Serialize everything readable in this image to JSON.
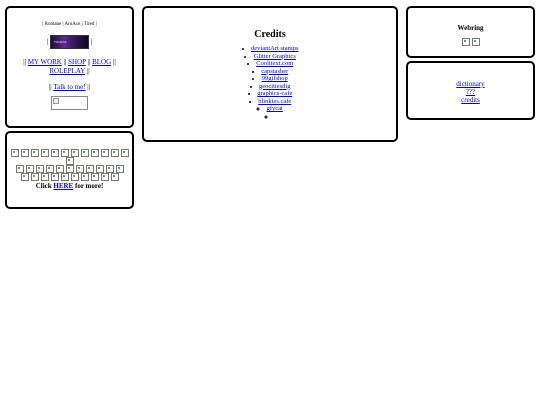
{
  "profile": {
    "tags": "| Romane | AroAce | Tired |",
    "banner_text": "TOGEAR",
    "bars_left": "|",
    "bars_right": "|",
    "nav": {
      "sep_open": "||",
      "my_work": "MY WORK",
      "sep1": "||",
      "shop": "SHOP",
      "sep2": "||",
      "blog": "BLOG",
      "sep3": "||",
      "roleplay": "ROLEPLAY",
      "sep_close": "||"
    },
    "talk_prefix": "|| ",
    "talk_link": "Talk to me!",
    "talk_suffix": " ||"
  },
  "buttons": {
    "more_prefix": "Click ",
    "more_link": "HERE",
    "more_suffix": " for more!"
  },
  "credits": {
    "title": "Credits",
    "items": [
      "deviantArt stamps",
      "Glitter Graphics",
      "Coolitext.com",
      "capstasher",
      "99gifshop",
      "geocitiesdig",
      "graphics-cafe",
      "blinkies.cafe"
    ],
    "sub_items": [
      "gfycat",
      ""
    ]
  },
  "webring": {
    "title": "Webring"
  },
  "links": {
    "items": [
      "dictionary",
      "???",
      "credits"
    ]
  }
}
